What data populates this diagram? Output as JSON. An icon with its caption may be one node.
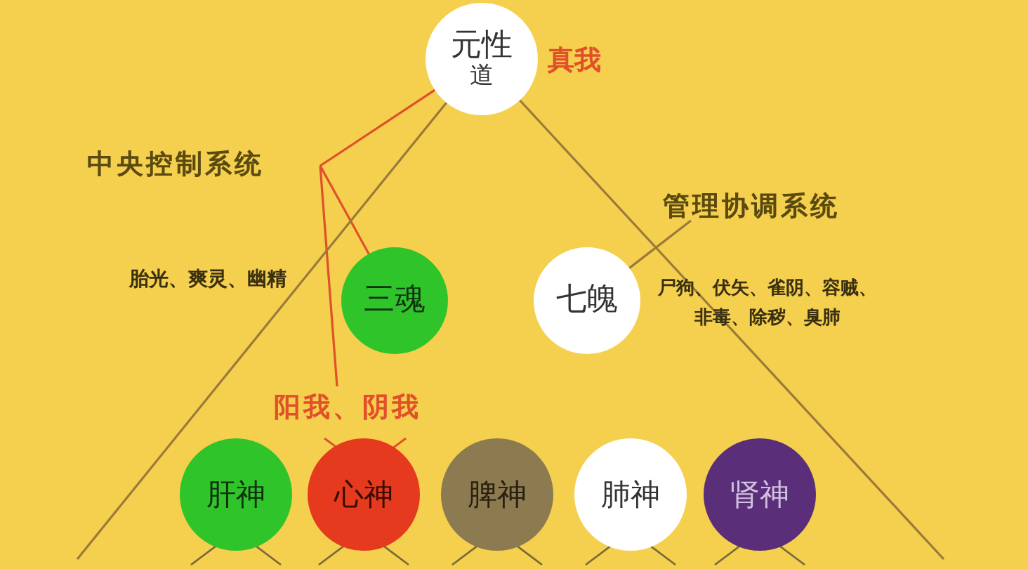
{
  "diagram": {
    "nodes": [
      {
        "text": [
          "元性",
          "道"
        ],
        "beside": [
          "真我"
        ]
      },
      {
        "text": [
          "中央控制系统"
        ]
      },
      {
        "text": [
          "管理协调系统"
        ]
      },
      {
        "text": [
          "三魂"
        ],
        "beside": [
          "胎光、爽灵、幽精"
        ]
      },
      {
        "text": [
          "七魄"
        ],
        "beside": [
          "尸狗、伏矢、雀阴、容贼、非毒、除秽、臭肺"
        ]
      },
      {
        "text": [
          "阳我、阴我"
        ]
      },
      {
        "text": [
          "肝神"
        ]
      },
      {
        "text": [
          "心神"
        ]
      },
      {
        "text": [
          "脾神"
        ]
      },
      {
        "text": [
          "肺神"
        ]
      },
      {
        "text": [
          "肾神"
        ]
      }
    ],
    "edges": [
      {
        "from": 1,
        "to": 0,
        "arrow": "none",
        "color": "#e0502a"
      },
      {
        "from": 1,
        "to": 3,
        "arrow": "none",
        "color": "#e0502a"
      },
      {
        "from": 1,
        "to": 5,
        "arrow": "none",
        "color": "#e0502a"
      },
      {
        "from": 2,
        "to": 4,
        "arrow": "none"
      },
      {
        "from": 0,
        "to": null,
        "arrow": "none"
      },
      {
        "from": 0,
        "to": null,
        "arrow": "none"
      }
    ]
  }
}
